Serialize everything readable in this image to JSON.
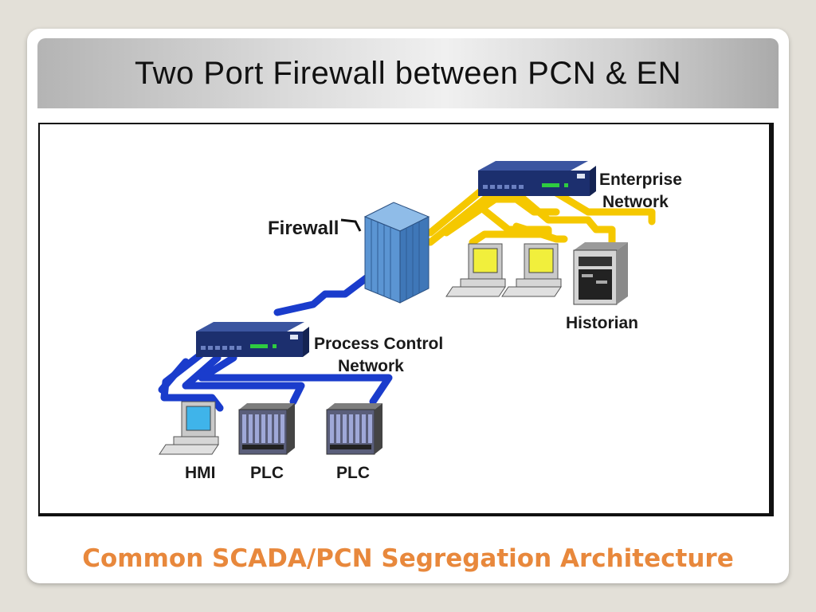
{
  "slide": {
    "title": "Two Port Firewall between PCN & EN",
    "caption": "Common SCADA/PCN Segregation Architecture"
  },
  "diagram": {
    "firewall_label": "Firewall",
    "enterprise_label_line1": "Enterprise",
    "enterprise_label_line2": "Network",
    "pcn_label_line1": "Process Control",
    "pcn_label_line2": "Network",
    "historian_label": "Historian",
    "hmi_label": "HMI",
    "plc1_label": "PLC",
    "plc2_label": "PLC"
  },
  "colors": {
    "enterprise_cable": "#f5c800",
    "pcn_cable": "#1a3ccc",
    "switch_body": "#1c2f6e",
    "firewall_body": "#6aa0d8",
    "caption": "#e8883c"
  }
}
